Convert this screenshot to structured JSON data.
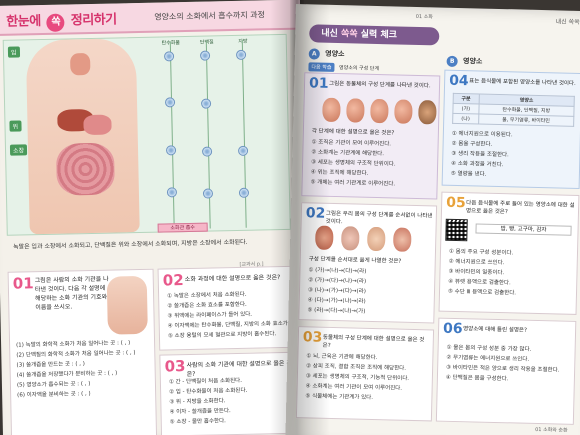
{
  "left": {
    "title_a": "한눈에",
    "title_b": "정리하기",
    "badge": "쏙",
    "subtitle": "영양소의 소화에서 흡수까지 과정",
    "side_labels": [
      "입",
      "위",
      "소장"
    ],
    "flow_heads": [
      "탄수화물",
      "단백질",
      "지방"
    ],
    "bottom_box": "소화관 흡수",
    "caption": "녹말은 입과 소장에서 소화되고, 단백질은 위와 소장에서 소화되며, 지방은 소장에서 소화된다.",
    "page_tag": "[교과서 p.]",
    "q1": {
      "num": "01",
      "text": "그림은 사람의 소화 기관을 나타낸 것이다. 다음 각 설명에 해당하는 소화 기관의 기호와 이름을 쓰시오.",
      "choices": [
        "(1) 녹말의 화학적 소화가 처음 일어나는 곳 : (   ,   )",
        "(2) 단백질의 화학적 소화가 처음 일어나는 곳 : (   ,   )",
        "(3) 쓸개즙을 만드는 곳 : (   ,   )",
        "(4) 쓸개즙을 저장했다가 분비하는 곳 : (   ,   )",
        "(5) 영양소가 흡수되는 곳 : (   ,   )",
        "(6) 이자액을 분비하는 곳 : (   ,   )"
      ]
    },
    "q2": {
      "num": "02",
      "text": "소화 과정에 대한 설명으로 옳은 것은?",
      "choices": [
        "① 녹말은 소장에서 처음 소화된다.",
        "② 쓸개즙은 소화 효소를 포함한다.",
        "③ 위액에는 라이페이스가 들어 있다.",
        "④ 이자액에는 탄수화물, 단백질, 지방의 소화 효소가 들어 있다.",
        "⑤ 소장 융털의 모세 혈관으로 지방이 흡수된다."
      ]
    },
    "q3": {
      "num": "03",
      "text": "사람의 소화 기관에 대한 설명으로 옳은 것은?",
      "choices": [
        "① 간 - 단백질이 처음 소화된다.",
        "② 입 - 탄수화물이 처음 소화된다.",
        "③ 위 - 지방을 소화한다.",
        "④ 이자 - 쓸개즙을 만든다.",
        "⑤ 소장 - 물만 흡수한다."
      ]
    }
  },
  "right": {
    "header_small": "01 소화",
    "page_mark": "내신 쏙쏙",
    "banner_a": "내신",
    "banner_hl": "쏙쏙",
    "banner_b": "실력 체크",
    "sec_a": "A",
    "sec_a_label": "영양소",
    "sec_b": "B",
    "sec_b_label": "영양소",
    "tag1": "다음 학습",
    "tag1_text": "영양소의 구성 단계",
    "q01": {
      "num": "01",
      "text": "그림은 동물체의 구성 단계를 나타낸 것이다.",
      "sub": "각 단계에 대한 설명으로 옳은 것은?",
      "choices": [
        "① 조직은 기관이 모여 이루어진다.",
        "② 소화계는 기관계에 해당한다.",
        "③ 세포는 생명체의 구조적 단위이다.",
        "④ 위는 조직에 해당한다.",
        "⑤ 개체는 여러 기관계로 이루어진다."
      ]
    },
    "q02": {
      "num": "02",
      "text": "그림은 우리 몸의 구성 단계를 순서없이 나타낸 것이다.",
      "sub": "구성 단계를 순서대로 옳게 나열한 것은?",
      "choices": [
        "① (가)→(나)→(다)→(라)",
        "② (가)→(다)→(나)→(라)",
        "③ (나)→(가)→(다)→(라)",
        "④ (다)→(가)→(나)→(라)",
        "⑤ (라)→(다)→(나)→(가)"
      ]
    },
    "q03": {
      "num": "03",
      "text": "동물체의 구성 단계에 대한 설명으로 옳은 것은?",
      "choices": [
        "① 뇌, 근육은 기관에 해당한다.",
        "② 상피 조직, 결합 조직은 조직에 해당한다.",
        "③ 세포는 생명체의 구조적, 기능적 단위이다.",
        "④ 소화계는 여러 기관이 모여 이루어진다.",
        "⑤ 식물체에는 기관계가 있다."
      ]
    },
    "q04": {
      "num": "04",
      "text": "표는 음식물에 포함된 영양소를 나타낸 것이다.",
      "table_head": [
        "구분",
        "영양소"
      ],
      "table_rows": [
        [
          "(가)",
          "탄수화물, 단백질, 지방"
        ],
        [
          "(나)",
          "물, 무기염류, 바이타민"
        ]
      ],
      "choices": [
        "① 에너지원으로 이용된다.",
        "② 몸을 구성한다.",
        "③ 생리 작용을 조절한다.",
        "④ 소화 과정을 거친다.",
        "⑤ 열량을 낸다."
      ]
    },
    "q05": {
      "num": "05",
      "text": "다음 음식물에 주로 들어 있는 영양소에 대한 설명으로 옳은 것은?",
      "items": "밥, 빵, 고구마, 감자",
      "choices": [
        "① 몸의 주요 구성 성분이다.",
        "② 에너지원으로 쓰인다.",
        "③ 바이타민의 일종이다.",
        "④ 뷰렛 용액으로 검출한다.",
        "⑤ 수단 Ⅲ 용액으로 검출한다."
      ]
    },
    "q06": {
      "num": "06",
      "text": "영양소에 대해 틀린 설명은?",
      "choices": [
        "① 물은 몸의 구성 성분 중 가장 많다.",
        "② 무기염류는 에너지원으로 쓰인다.",
        "③ 바이타민은 적은 양으로 생리 작용을 조절한다.",
        "④ 단백질은 몸을 구성한다."
      ]
    },
    "footer": "01 소화와 순환"
  },
  "colors": {
    "pink": "#e8588b",
    "purple": "#7d5a8e",
    "blue": "#4c7fc4",
    "green": "#4a9a5a"
  }
}
